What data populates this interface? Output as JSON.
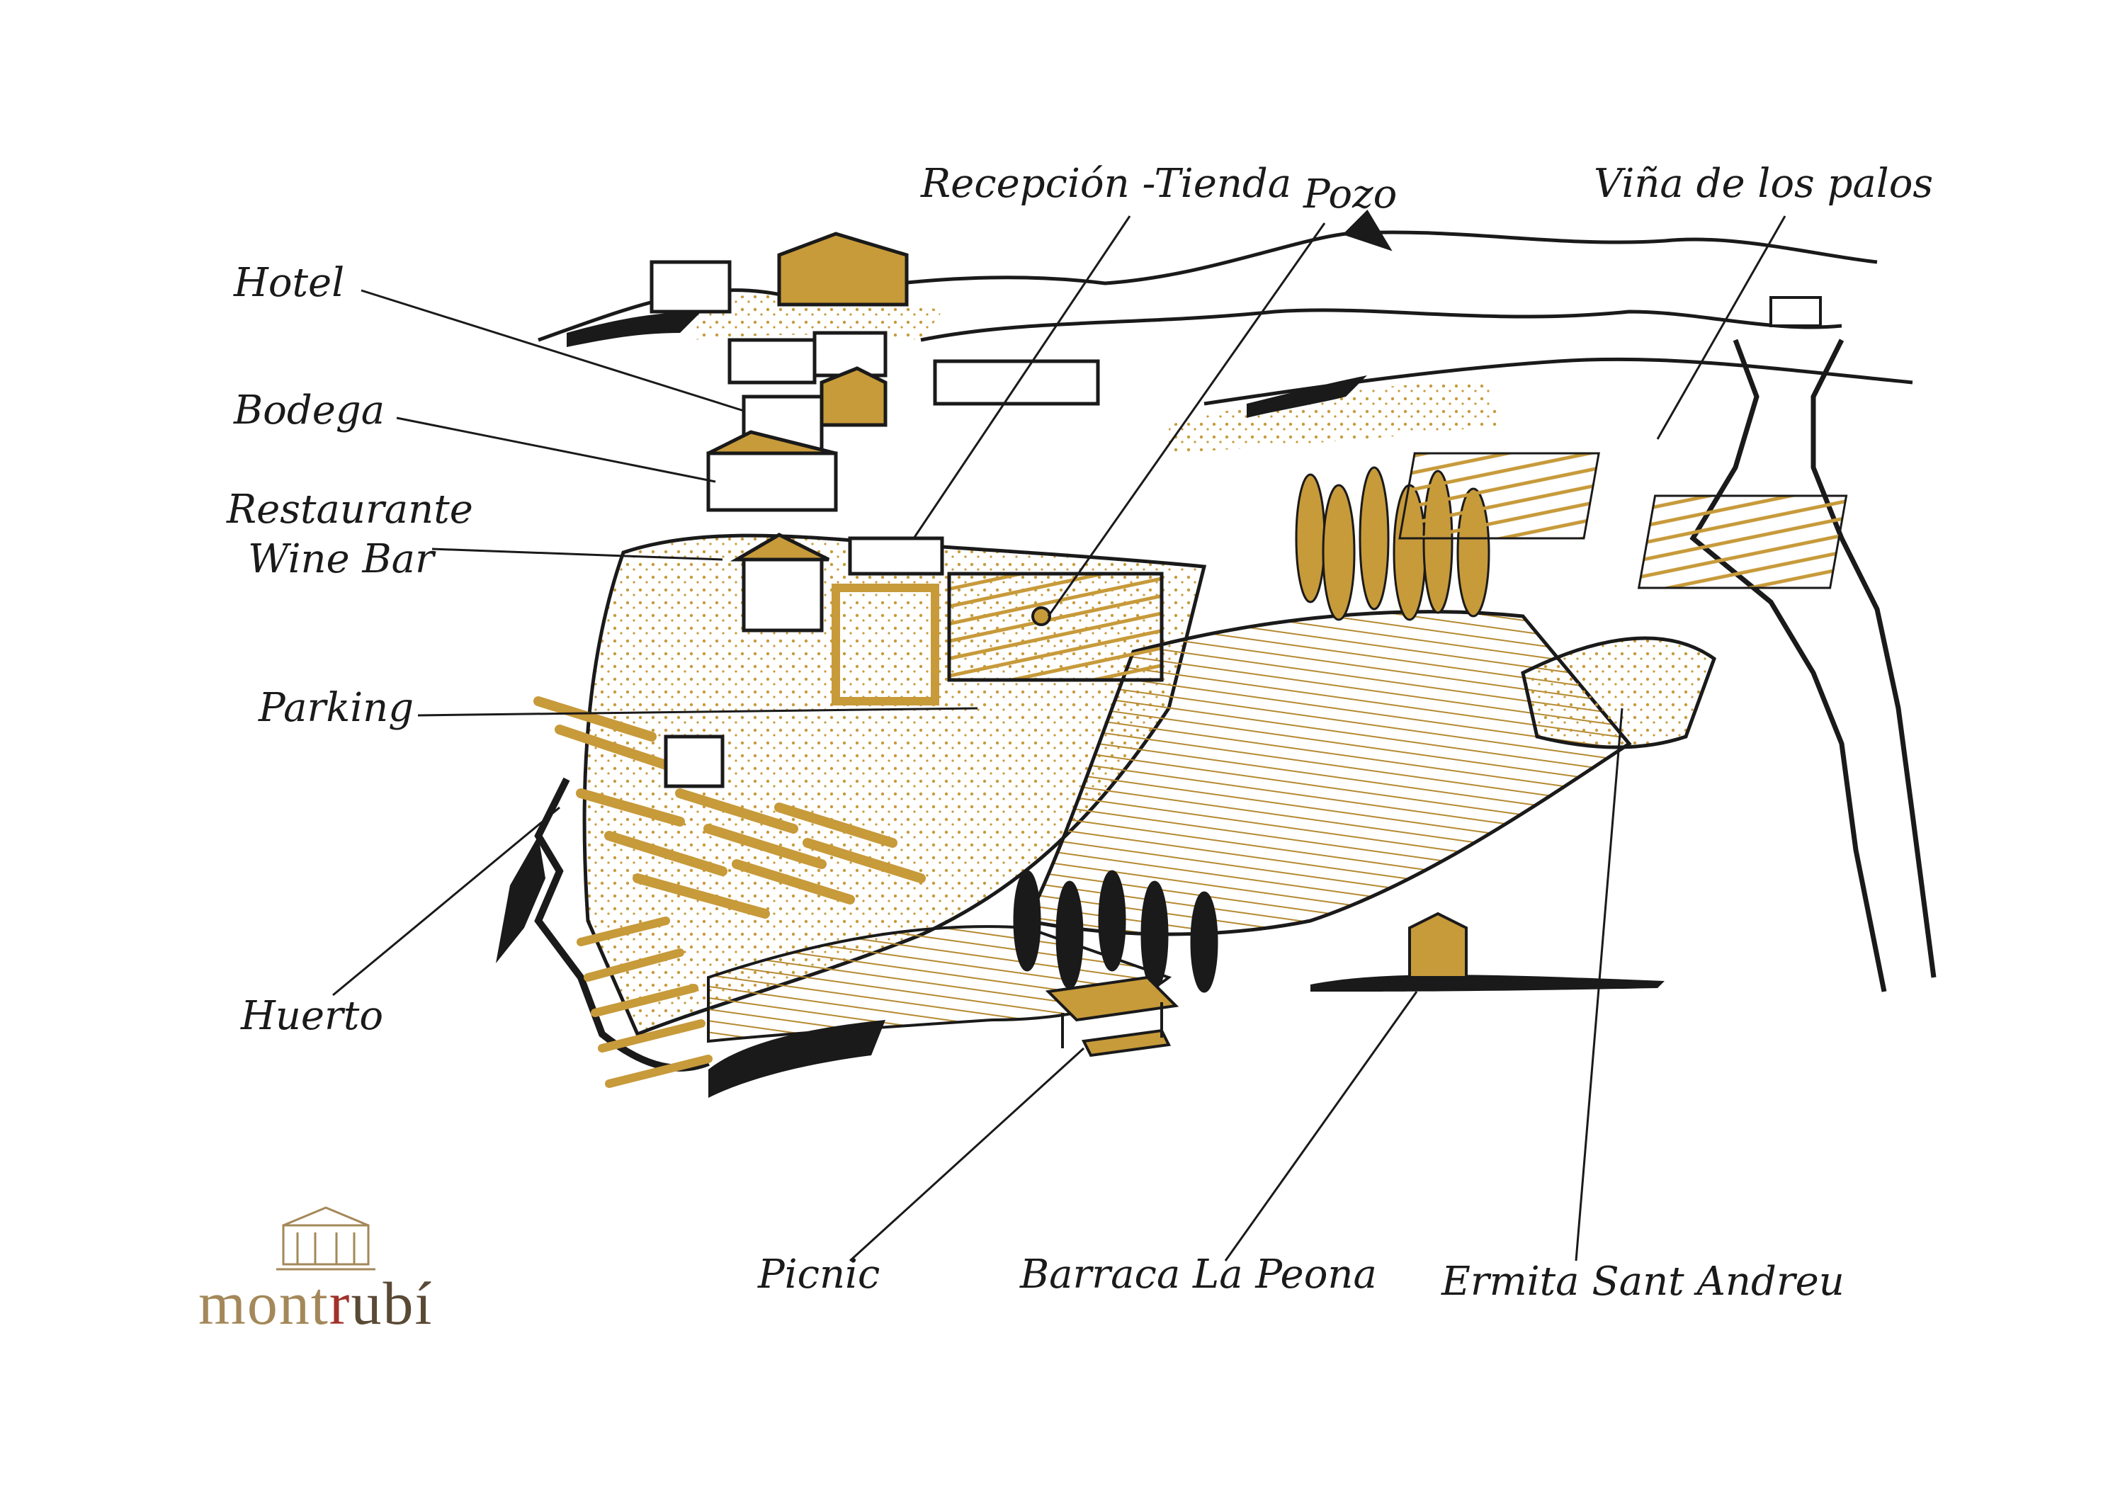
{
  "labels": {
    "hotel": "Hotel",
    "bodega": "Bodega",
    "restaurante": "Restaurante",
    "wine_bar": "Wine Bar",
    "parking": "Parking",
    "huerto": "Huerto",
    "recepcion": "Recepción -Tienda",
    "pozo": "Pozo",
    "vina": "Viña de los palos",
    "picnic": "Picnic",
    "barraca": "Barraca La Peona",
    "ermita": "Ermita Sant Andreu"
  },
  "logo": {
    "part1": "mont",
    "part2": "r",
    "part3": "ubí"
  },
  "colors": {
    "ochre": "#c79a3a",
    "ink": "#1a1a1a",
    "logo_gold": "#a4885a",
    "logo_dark": "#5a4a35",
    "logo_red": "#a0322a"
  }
}
